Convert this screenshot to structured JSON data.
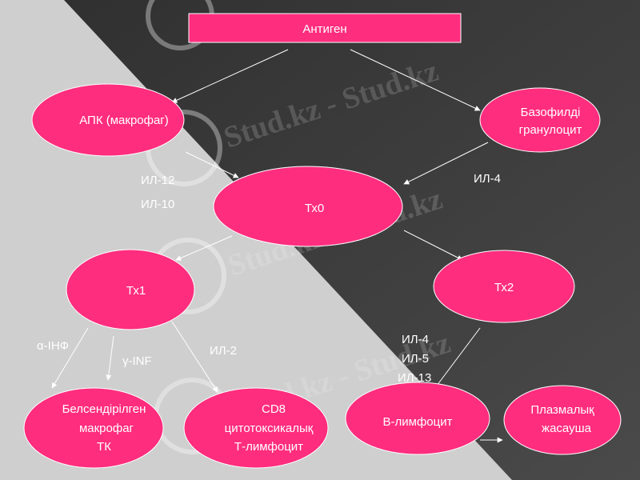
{
  "colors": {
    "node_fill": "#ff2d7e",
    "node_stroke": "#ffffff",
    "arrow": "#ffffff",
    "bg_light": "#cfcfcf",
    "bg_dark": "#3c3c3c"
  },
  "watermark": "Stud.kz - Stud.kz",
  "nodes": {
    "antigen": "Антиген",
    "apk": "АПК (макрофаг)",
    "basophil": [
      "Базофилді",
      "гранулоцит"
    ],
    "th0": "Тх0",
    "th1": "Тх1",
    "th2": "Тх2",
    "activated_macrophage": [
      "Белсендірілген",
      "макрофаг",
      "ТК"
    ],
    "cd8": [
      "CD8",
      "цитотоксикалық",
      "Т-лимфоцит"
    ],
    "b_lymphocyte": "B-лимфоцит",
    "plasma": [
      "Плазмалық",
      "жасауша"
    ]
  },
  "labels": {
    "il12": "ИЛ-12",
    "il10": "ИЛ-10",
    "il4_top": "ИЛ-4",
    "alpha_inf": "α-ІНФ",
    "gamma_inf": "γ-INF",
    "il2": "ИЛ-2",
    "il4": "ИЛ-4",
    "il5": "ИЛ-5",
    "il13": "ИЛ-13"
  }
}
